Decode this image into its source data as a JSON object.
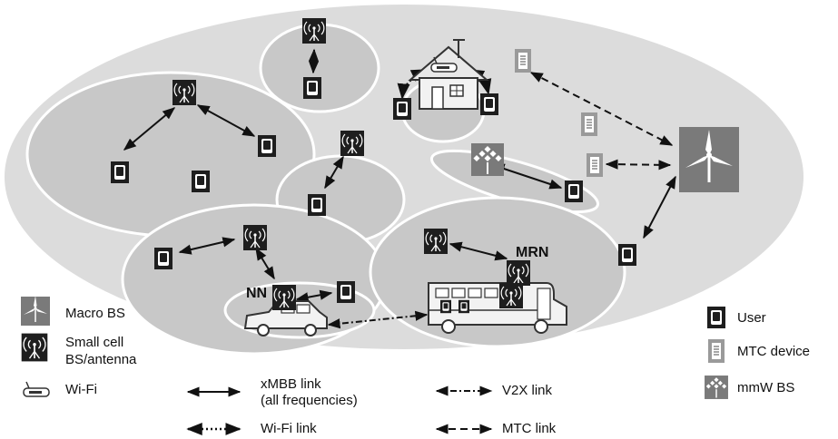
{
  "node_labels": {
    "mrn": "MRN",
    "nn": "NN"
  },
  "legend": {
    "macro_bs": "Macro BS",
    "small_cell_line1": "Small cell",
    "small_cell_line2": "BS/antenna",
    "wifi": "Wi-Fi",
    "user": "User",
    "mtc_device": "MTC device",
    "mmw_bs": "mmW BS",
    "xmbb_link_line1": "xMBB link",
    "xmbb_link_line2": "(all frequencies)",
    "v2x_link": "V2X link",
    "wifi_link": "Wi-Fi link",
    "mtc_link": "MTC link"
  },
  "icons": {
    "small_cell": "small-cell-antenna-icon",
    "user": "user-device-icon",
    "mtc": "mtc-device-icon",
    "macro": "macro-bs-icon",
    "mmw": "mmw-bs-icon",
    "wifi": "wifi-router-icon",
    "house": "house-icon",
    "car": "car-icon",
    "bus": "bus-icon"
  },
  "colors": {
    "outer_area": "#dcdcdc",
    "cell_area": "#c8c8c8",
    "icon_dark": "#1e1e1e",
    "macro_bs": "#7a7a7a",
    "mtc": "#9a9a9a"
  }
}
